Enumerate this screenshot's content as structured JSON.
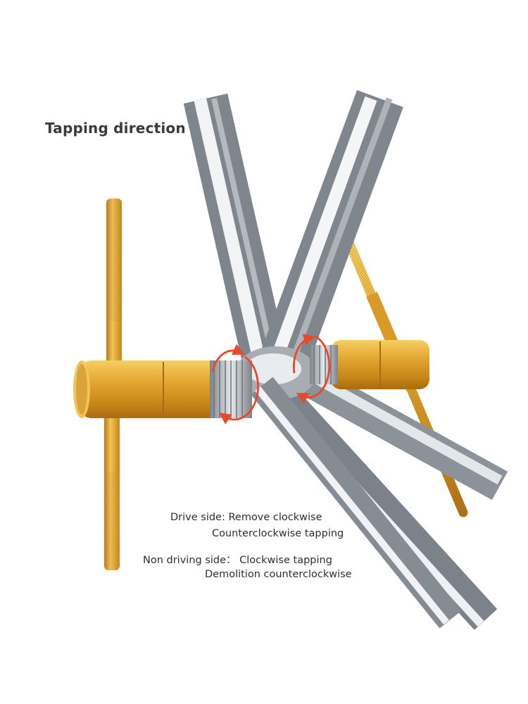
{
  "heading": "Tapping direction",
  "notes": {
    "drive_side_line1": "Drive side: Remove clockwise",
    "drive_side_line2": "Counterclockwise tapping",
    "non_driving_line1": "Non driving side： Clockwise tapping",
    "non_driving_line2": "Demolition counterclockwise"
  },
  "colors": {
    "tool_gold": "#e3a52c",
    "frame_chrome": "#c9ccd1",
    "direction_arrow": "#e8492a"
  },
  "icons": {
    "drive_side_arrow": "rotation-arrow-icon",
    "non_drive_side_arrow": "rotation-arrow-icon"
  }
}
